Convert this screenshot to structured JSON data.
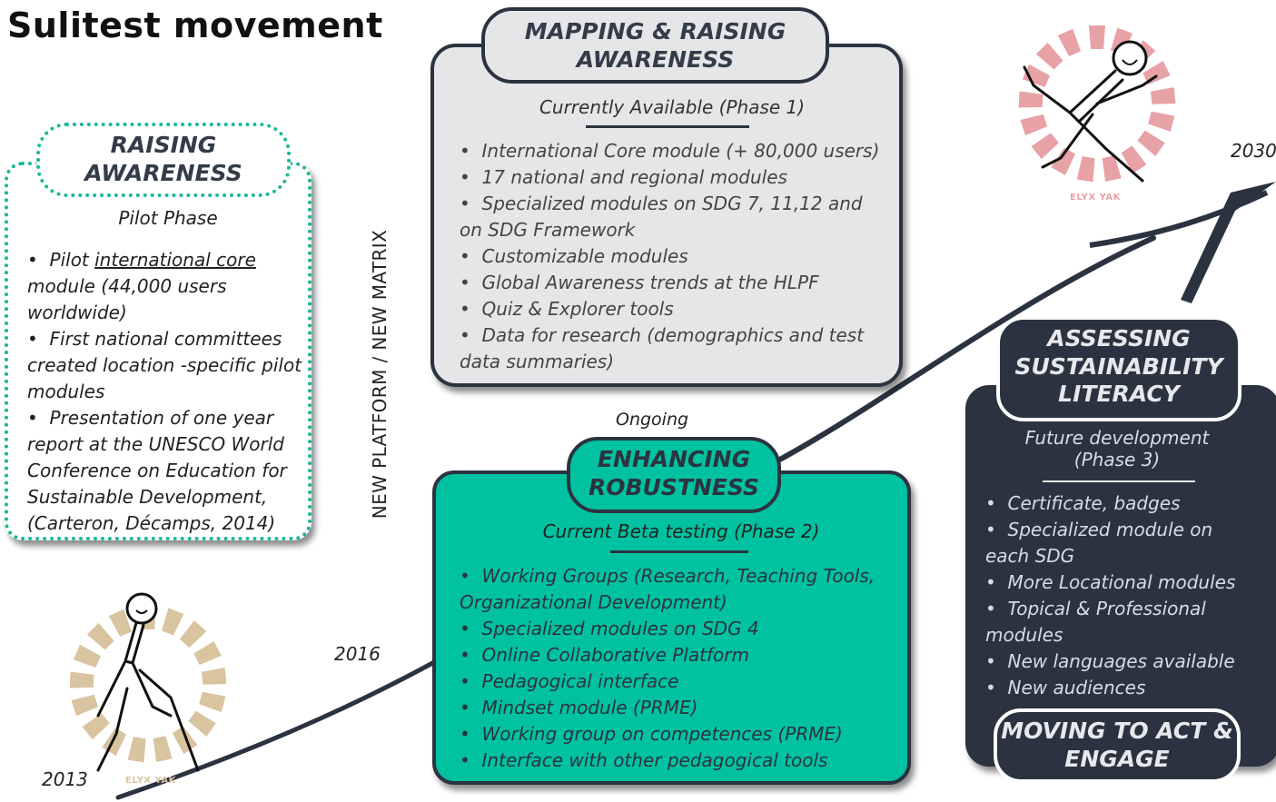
{
  "title": "Sulitest movement",
  "pilot": {
    "tag": "RAISING AWARENESS",
    "subtitle": "Pilot Phase",
    "items": [
      {
        "pre": "Pilot ",
        "link": "international core",
        "post": " module (44,000 users worldwide)"
      },
      {
        "text": "First national committees created location -specific  pilot modules"
      },
      {
        "text": "Presentation of one year report at the UNESCO World Conference on Education for Sustainable Development, (Carteron, Décamps, 2014)"
      }
    ]
  },
  "vertical_label": "NEW PLATFORM / NEW MATRIX",
  "phase1": {
    "tag": "MAPPING & RAISING AWARENESS",
    "subtitle": "Currently Available (Phase 1)",
    "items": [
      "International Core module (+ 80,000 users)",
      "17 national and regional modules",
      "Specialized modules on SDG 7, 11,12 and on SDG Framework",
      "Customizable modules",
      "Global Awareness trends at the HLPF",
      "Quiz & Explorer tools",
      "Data for research (demographics and test data summaries)"
    ]
  },
  "ongoing": "Ongoing",
  "phase2": {
    "tag": "ENHANCING ROBUSTNESS",
    "subtitle": "Current Beta testing (Phase 2)",
    "items": [
      "Working Groups (Research, Teaching Tools, Organizational Development)",
      "Specialized  modules on SDG 4",
      "Online Collaborative Platform",
      "Pedagogical interface",
      "Mindset module (PRME)",
      "Working group on competences (PRME)",
      "Interface with other pedagogical tools"
    ]
  },
  "phase3": {
    "tag": "ASSESSING SUSTAINABILITY LITERACY",
    "subtitle": "Future development (Phase 3)",
    "items": [
      "Certificate, badges",
      "Specialized module on each SDG",
      "More Locational modules",
      "Topical & Professional modules",
      "New languages available",
      "New audiences"
    ],
    "bottom_tag": "MOVING TO ACT & ENGAGE"
  },
  "years": {
    "y2013": "2013",
    "y2016": "2016",
    "y2030": "2030"
  },
  "logo_text": "ELYX YAK",
  "colors": {
    "teal": "#00c2a0",
    "dotted_teal": "#17b89a",
    "navy": "#2b3340",
    "light_gray": "#e6e6e8",
    "tan": "#d9c4a0",
    "pink": "#e7a2a6"
  }
}
